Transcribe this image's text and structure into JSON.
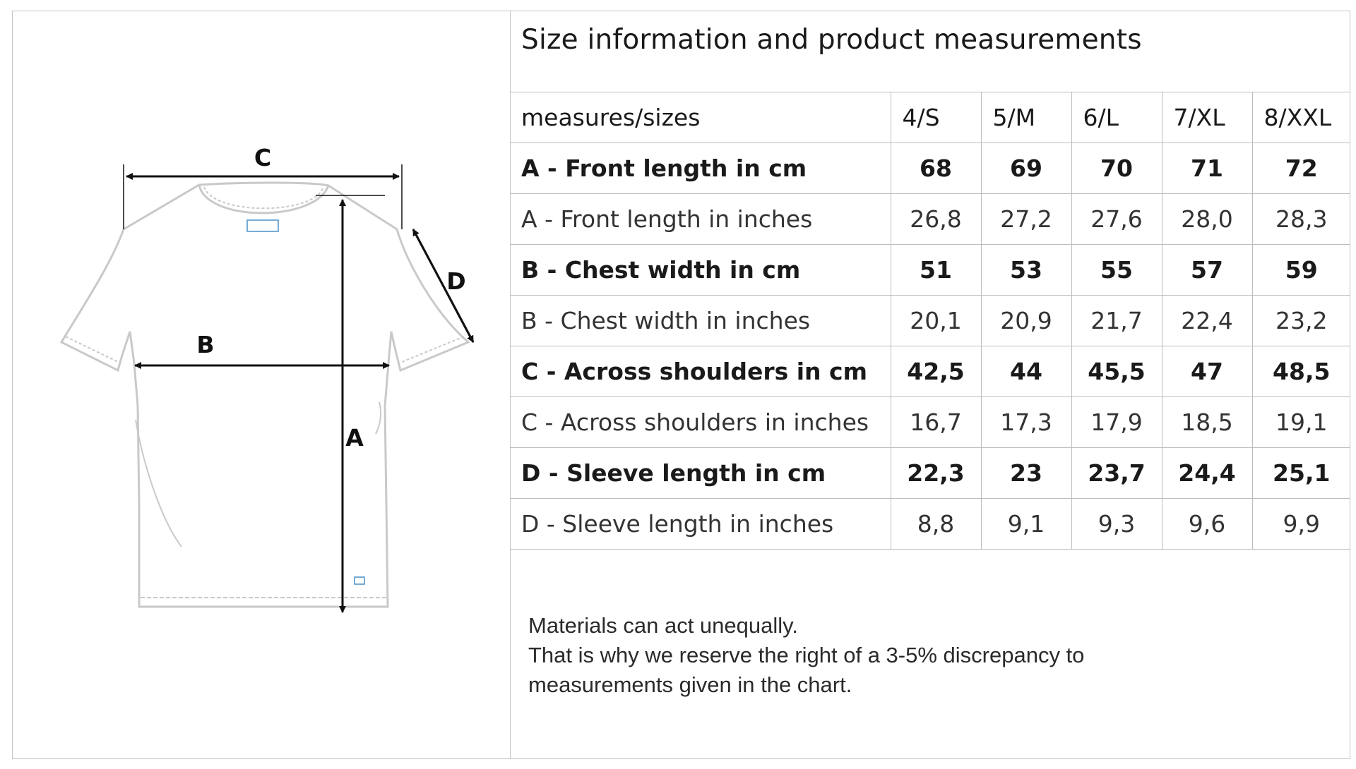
{
  "title": "Size information and product measurements",
  "diagram": {
    "labels": {
      "a": "A",
      "b": "B",
      "c": "C",
      "d": "D"
    },
    "colors": {
      "outline": "#c9c9c9",
      "arrow": "#111111",
      "tag": "#4a90c8"
    }
  },
  "table": {
    "header_label": "measures/sizes",
    "sizes": [
      "4/S",
      "5/M",
      "6/L",
      "7/XL",
      "8/XXL"
    ],
    "rows": [
      {
        "label": "A - Front length in cm",
        "values": [
          "68",
          "69",
          "70",
          "71",
          "72"
        ]
      },
      {
        "label": "A - Front length in inches",
        "values": [
          "26,8",
          "27,2",
          "27,6",
          "28,0",
          "28,3"
        ]
      },
      {
        "label": "B - Chest width in cm",
        "values": [
          "51",
          "53",
          "55",
          "57",
          "59"
        ]
      },
      {
        "label": "B - Chest width in inches",
        "values": [
          "20,1",
          "20,9",
          "21,7",
          "22,4",
          "23,2"
        ]
      },
      {
        "label": "C - Across shoulders in cm",
        "values": [
          "42,5",
          "44",
          "45,5",
          "47",
          "48,5"
        ]
      },
      {
        "label": "C - Across shoulders in inches",
        "values": [
          "16,7",
          "17,3",
          "17,9",
          "18,5",
          "19,1"
        ]
      },
      {
        "label": "D - Sleeve length in cm",
        "values": [
          "22,3",
          "23",
          "23,7",
          "24,4",
          "25,1"
        ]
      },
      {
        "label": "D - Sleeve length in inches",
        "values": [
          "8,8",
          "9,1",
          "9,3",
          "9,6",
          "9,9"
        ]
      }
    ]
  },
  "note": {
    "line1": "Materials can act unequally.",
    "line2": "That is why we reserve the right of a 3-5% discrepancy to",
    "line3": "measurements given in the chart."
  }
}
